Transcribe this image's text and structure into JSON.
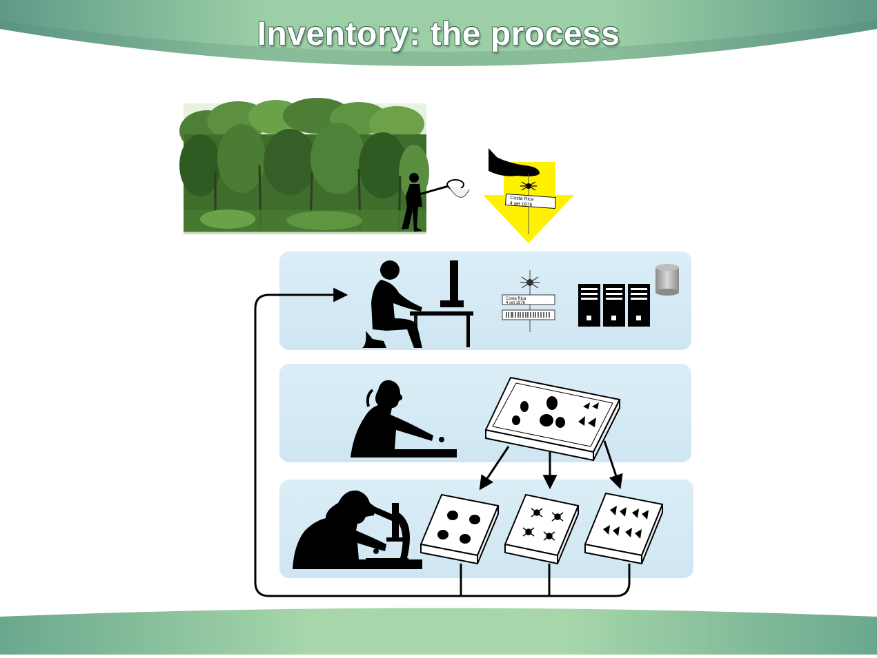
{
  "slide": {
    "title": "Inventory: the process",
    "colors": {
      "banner_light": "#a8d5ad",
      "banner_dark": "#5e9a86",
      "panel": "#d7ebf5",
      "arrow_yellow": "#fff200",
      "forest_dark": "#2f5a22",
      "forest_light": "#6ea24a",
      "silhouette": "#000000"
    }
  },
  "specimen_labels": {
    "label_line1": "Costa Rica",
    "label_line2": "4 set 1976"
  },
  "icons": [
    "forest-image",
    "collector-with-net-icon",
    "hand-holding-insect-icon",
    "yellow-down-arrow-icon",
    "person-at-computer-icon",
    "pinned-specimen-icon",
    "barcode-icon",
    "server-icon",
    "database-icon",
    "person-sorting-icon",
    "specimen-tray-icon",
    "person-at-microscope-icon",
    "sorted-tray-beetles-icon",
    "sorted-tray-ants-icon",
    "sorted-tray-butterflies-icon",
    "loop-arrow"
  ]
}
